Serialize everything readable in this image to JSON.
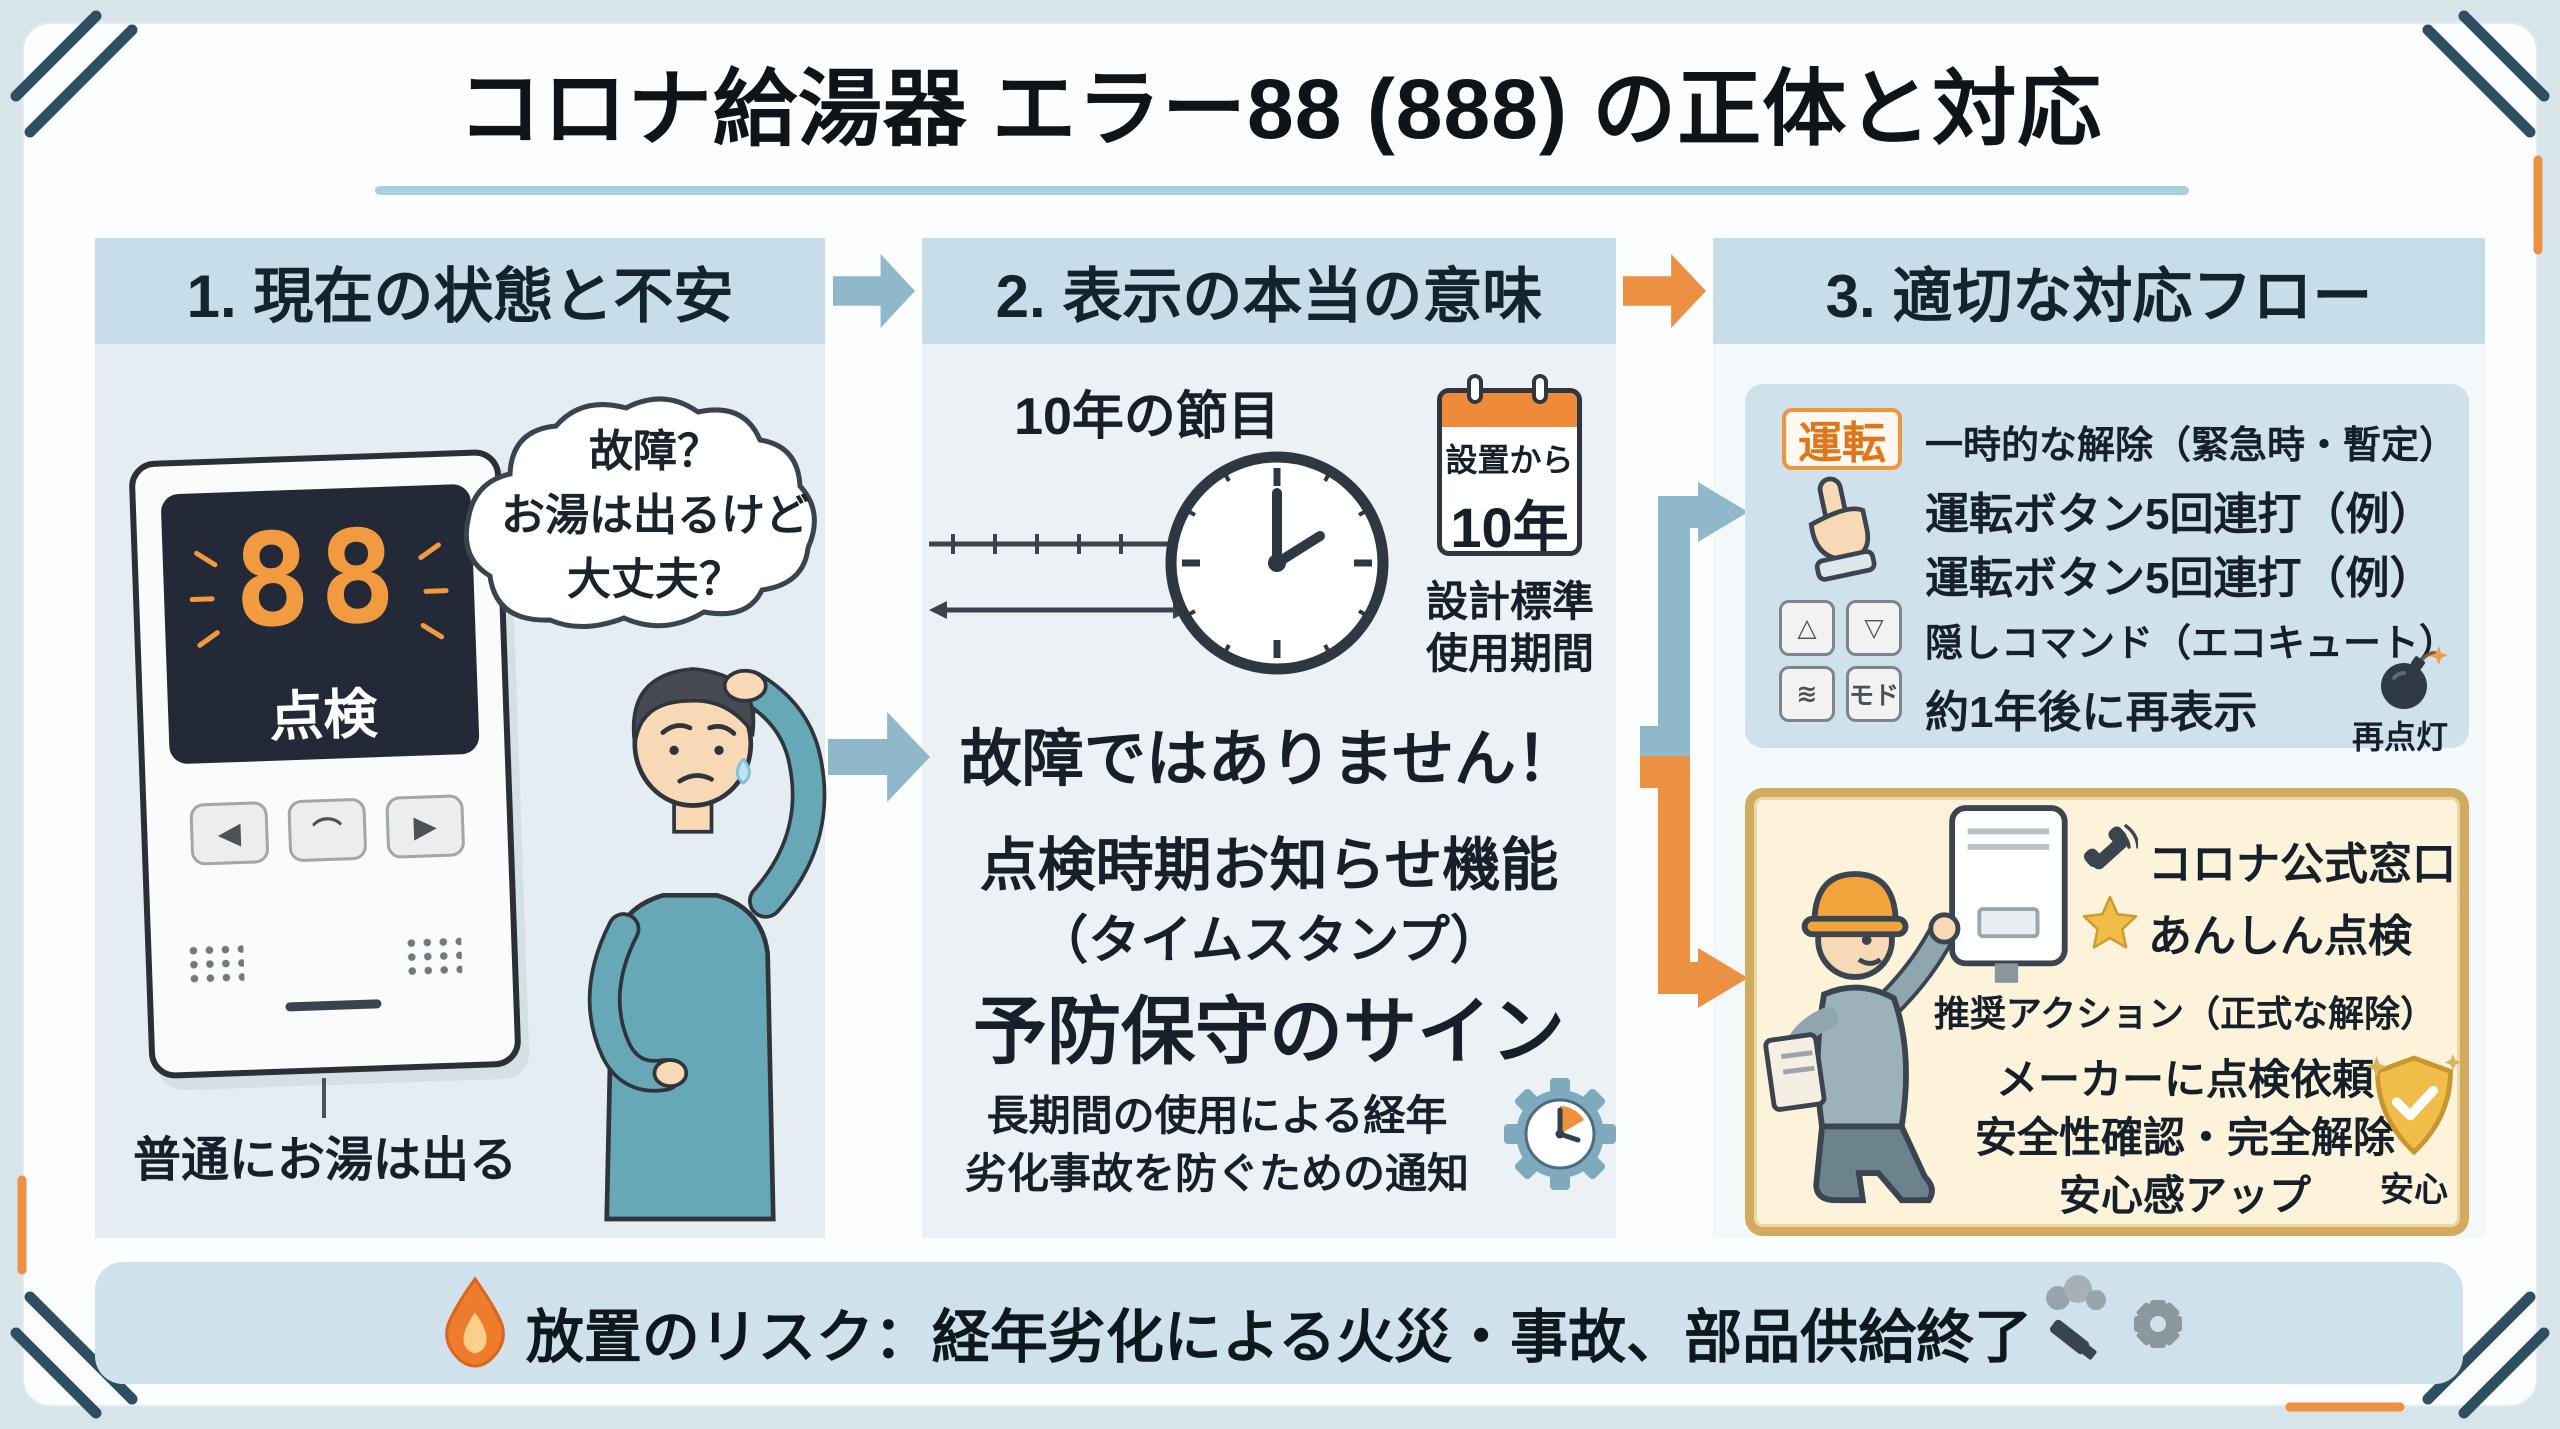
{
  "title": "コロナ給湯器 エラー88 (888) の正体と対応",
  "colors": {
    "accent_blue": "#8fb8ca",
    "accent_orange": "#ec9141",
    "gold": "#d3ab5e"
  },
  "columns": {
    "c1": {
      "header": "1. 現在の状態と不安",
      "bubble": [
        "故障？",
        "お湯は出るけど",
        "大丈夫？"
      ],
      "remote": {
        "display": "88",
        "label": "点検",
        "buttons": [
          "◀",
          "⌒",
          "▶"
        ]
      },
      "caption": "普通にお湯は出る"
    },
    "c2": {
      "header": "2. 表示の本当の意味",
      "milestone": "10年の節目",
      "calendar_top": "設置から",
      "calendar_value": "10年",
      "calendar_caption": [
        "設計標準",
        "使用期間"
      ],
      "headline": "故障ではありません！",
      "feature": "点検時期お知らせ機能",
      "feature_sub": "（タイムスタンプ）",
      "sign": "予防保守のサイン",
      "note": [
        "長期間の使用による経年",
        "劣化事故を防ぐための通知"
      ]
    },
    "c3": {
      "header": "3. 適切な対応フロー",
      "temporary": {
        "button": "運転",
        "title": "一時的な解除（緊急時・暫定）",
        "steps": [
          "運転ボタン5回連打（例）",
          "運転ボタン5回連打（例）",
          "隠しコマンド（エコキュート）",
          "約1年後に再表示"
        ],
        "mini_buttons": [
          "△",
          "▽",
          "≋",
          "モド"
        ],
        "relight": "再点灯"
      },
      "recommended": {
        "contact": "コロナ公式窓口",
        "inspection": "あんしん点検",
        "title": "推奨アクション（正式な解除）",
        "steps": [
          "メーカーに点検依頼",
          "安全性確認・完全解除",
          "安心感アップ"
        ],
        "badge": "安心"
      }
    }
  },
  "footer": "放置のリスク：経年劣化による火災・事故、部品供給終了"
}
